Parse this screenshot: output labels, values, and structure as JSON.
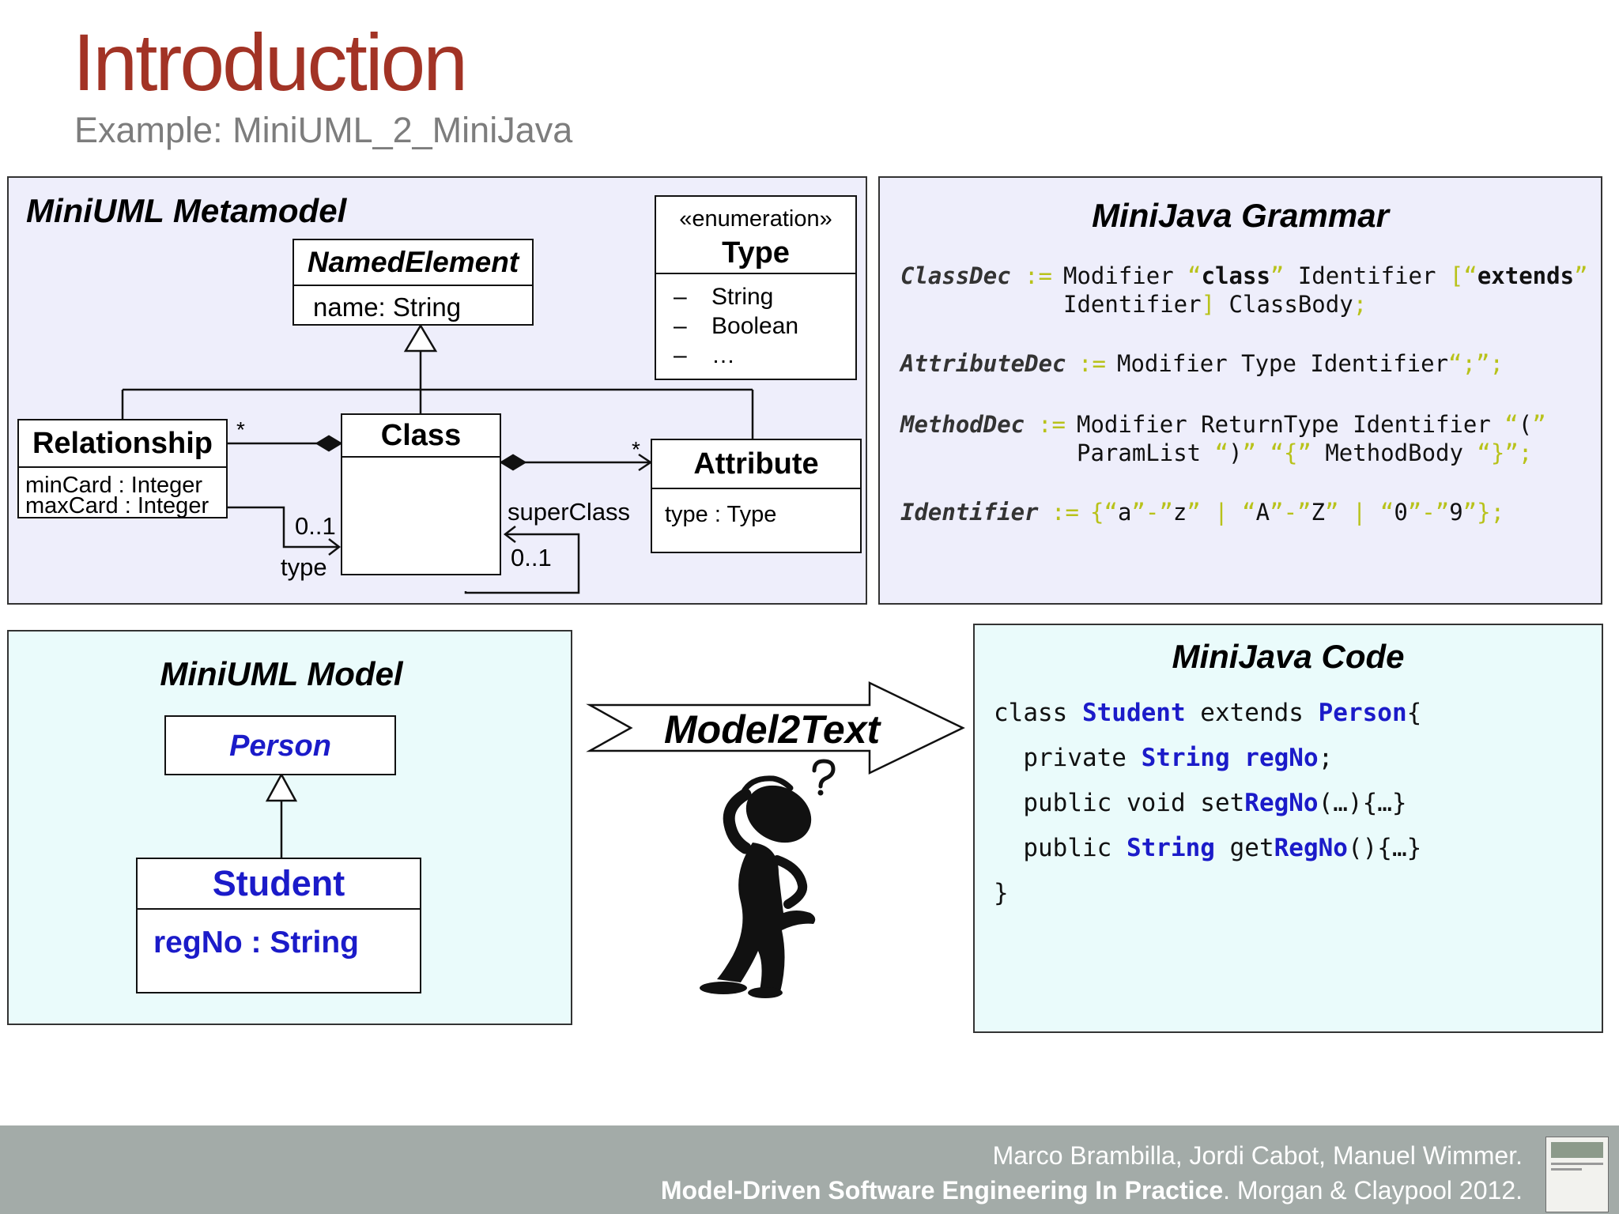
{
  "slide": {
    "title": "Introduction",
    "subtitle": "Example: MiniUML_2_MiniJava"
  },
  "metamodel": {
    "title": "MiniUML Metamodel",
    "named_element": {
      "name": "NamedElement",
      "attr": "name: String"
    },
    "type_enum": {
      "stereotype": "«enumeration»",
      "name": "Type",
      "literals": [
        "String",
        "Boolean",
        "…"
      ],
      "bullet": "–"
    },
    "relationship": {
      "name": "Relationship",
      "attrs": [
        "minCard : Integer",
        "maxCard : Integer"
      ]
    },
    "class": {
      "name": "Class"
    },
    "attribute": {
      "name": "Attribute",
      "attr": "type : Type"
    },
    "labels": {
      "rel_mult": "*",
      "attr_mult": "*",
      "type_mult": "0..1",
      "type_role": "type",
      "super_role": "superClass",
      "super_mult": "0..1"
    }
  },
  "grammar": {
    "title": "MiniJava Grammar",
    "rules": [
      {
        "nt": "ClassDec",
        "line1": "Modifier “class” Identifier [“extends”",
        "line2": "Identifier] ClassBody;"
      },
      {
        "nt": "AttributeDec",
        "line1": "Modifier Type Identifier“;”;"
      },
      {
        "nt": "MethodDec",
        "line1": "Modifier ReturnType Identifier “(”",
        "line2": "ParamList “)” “{” MethodBody “}”;"
      },
      {
        "nt": "Identifier",
        "line1": "{“a”-”z” | “A”-”Z” | “0”-”9”};"
      }
    ],
    "assign": ":="
  },
  "model": {
    "title": "MiniUML Model",
    "person": "Person",
    "student": "Student",
    "student_attr": "regNo : String"
  },
  "transform": {
    "label": "Model2Text"
  },
  "code": {
    "title": "MiniJava Code",
    "lines": [
      "class Student extends Person{",
      "  private String regNo;",
      "  public void setRegNo(…){…}",
      "  public String getRegNo(){…}",
      "}"
    ]
  },
  "footer": {
    "authors": "Marco Brambilla, Jordi Cabot, Manuel Wimmer.",
    "book_title": "Model-Driven Software Engineering In Practice",
    "publisher": ". Morgan & Claypool 2012."
  },
  "colors": {
    "title": "#a23325",
    "metamodel_bg": "#eeeefb",
    "model_bg": "#eafbfb",
    "model_blue": "#1b1bc9",
    "grammar_operator": "#b8c21a",
    "footer_bg": "#a3aba8"
  }
}
